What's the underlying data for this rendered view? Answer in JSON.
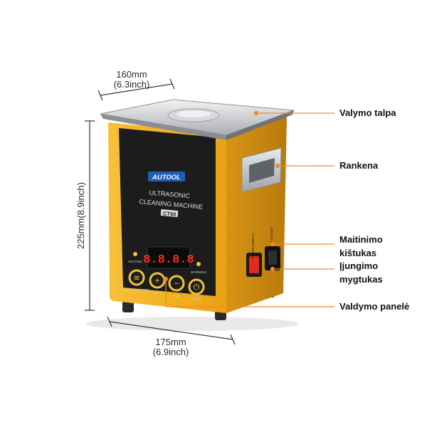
{
  "dimensions": {
    "top": {
      "mm": "160mm",
      "inch": "(6.3inch)"
    },
    "bottom": {
      "mm": "175mm",
      "inch": "(6.9inch)"
    },
    "height": "225mm(8.9inch)"
  },
  "callouts": {
    "tank": "Valymo talpa",
    "handle": "Rankena",
    "power_plug": "Maitinimo kištukas",
    "power_button": "Įjungimo mygtukas",
    "control_panel": "Valdymo panelė"
  },
  "device": {
    "brand": "AUTOOL",
    "title_line1": "ULTRASONIC",
    "title_line2": "CLEANING MACHINE",
    "model": "CT60",
    "display": "8.8.8.8",
    "indicator_heating": "HEATING",
    "indicator_working": "WORKING",
    "buttons": [
      "HEATING MODE",
      "TIME+",
      "TIME-",
      "ON/OFF"
    ],
    "side_power_switch": "POWER SWITCH",
    "side_power_socket": "POWER SOCKET"
  },
  "colors": {
    "body": "#f2b01e",
    "front_panel": "#1c1c1c",
    "steel": "#c9ccd0",
    "display_red": "#ff2a1f",
    "accent_orange": "#f08a24",
    "button_gold": "#f3c23a"
  }
}
